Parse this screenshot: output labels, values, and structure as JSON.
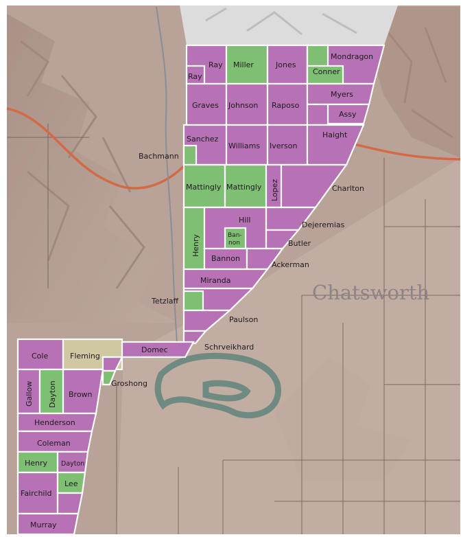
{
  "title": "",
  "colors": {
    "terrain": "#b39c92",
    "terrain_flat": "#c0aba1",
    "mountains_top": "#dcdcdc",
    "owner_parcel": "#b771b5",
    "green_parcel": "#7fbf73",
    "tan_parcel": "#cfc8a2",
    "road": "#d36a45",
    "river": "#6f8a80",
    "parcel_border": "#ffffff"
  },
  "town_label": "Chatsworth",
  "parcel_labels": {
    "ray_top": "Ray",
    "ray_small": "Ray",
    "miller": "Miller",
    "jones": "Jones",
    "mondragon": "Mondragon",
    "conner": "Conner",
    "myers": "Myers",
    "assy": "Assy",
    "graves": "Graves",
    "johnson": "Johnson",
    "raposo": "Raposo",
    "haight": "Haight",
    "sanchez": "Sanchez",
    "williams": "Williams",
    "iverson": "Iverson",
    "bachmann": "Bachmann",
    "charlton": "Charlton",
    "mattingly_1": "Mattingly",
    "mattingly_2": "Mattingly",
    "lopez": "Lopez",
    "dejeremias": "Dejeremias",
    "hill": "Hill",
    "bannon_small_1": "Ban-",
    "bannon_small_2": "non",
    "butler": "Butler",
    "henry_vertical": "Henry",
    "bannon": "Bannon",
    "ackerman": "Ackerman",
    "miranda": "Miranda",
    "tetzlaff": "Tetzlaff",
    "paulson": "Paulson",
    "domec": "Domec",
    "schrveikhard": "Schrveikhard",
    "cole": "Cole",
    "fleming": "Fleming",
    "groshong": "Groshong",
    "gallow": "Gallow",
    "dayton_vertical": "Dayton",
    "brown": "Brown",
    "henderson": "Henderson",
    "coleman": "Coleman",
    "henry": "Henry",
    "dayton": "Dayton",
    "lee": "Lee",
    "fairchild": "Fairchild",
    "murray": "Murray"
  }
}
